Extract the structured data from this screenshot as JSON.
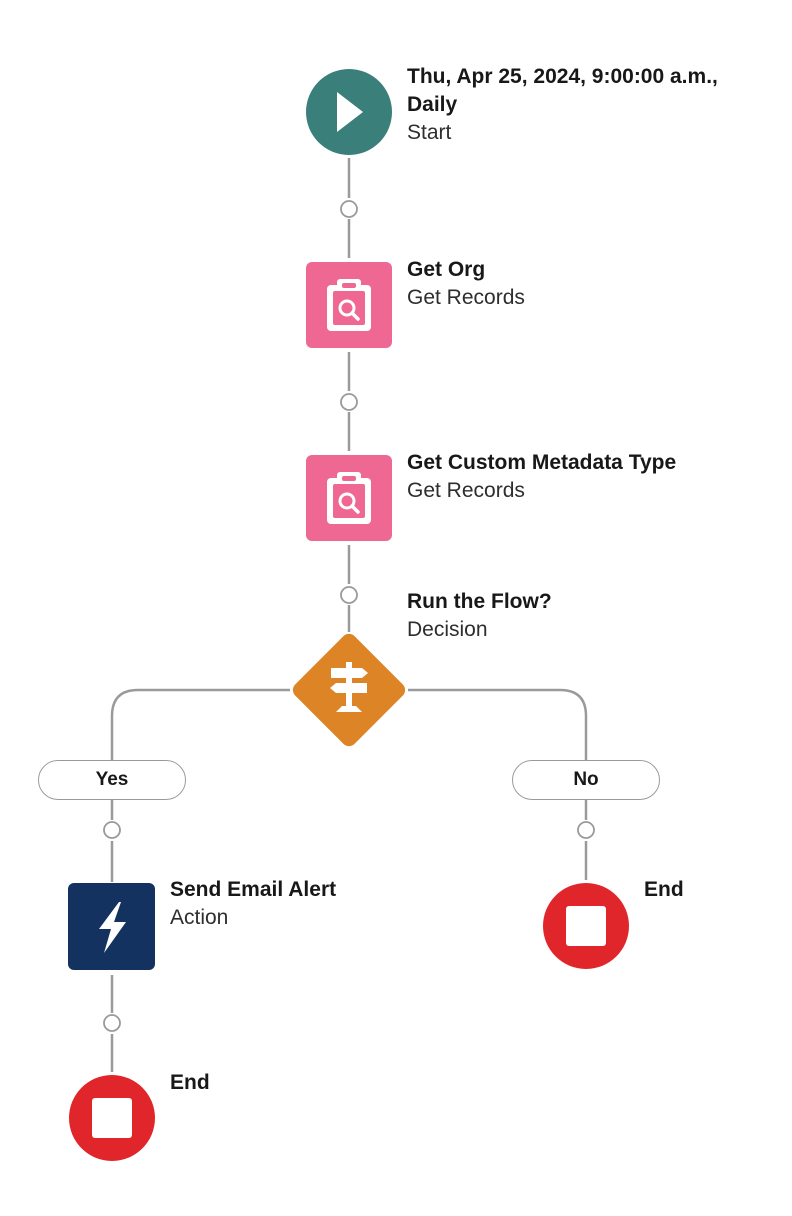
{
  "flow": {
    "start": {
      "title": "Thu, Apr 25, 2024, 9:00:00 a.m., Daily",
      "type": "Start",
      "color": "#3a7f79",
      "icon": "play-icon"
    },
    "get_org": {
      "title": "Get Org",
      "type": "Get Records",
      "color": "#ef6893",
      "icon": "clipboard-search-icon"
    },
    "get_cmt": {
      "title": "Get Custom Metadata Type",
      "type": "Get Records",
      "color": "#ef6893",
      "icon": "clipboard-search-icon"
    },
    "decision": {
      "title": "Run the Flow?",
      "type": "Decision",
      "color": "#dc8426",
      "icon": "signpost-icon"
    },
    "branches": {
      "yes_label": "Yes",
      "no_label": "No"
    },
    "send_email": {
      "title": "Send Email Alert",
      "type": "Action",
      "color": "#14325f",
      "icon": "lightning-bolt-icon"
    },
    "end_left": {
      "title": "End",
      "color": "#e0262a",
      "icon": "stop-icon"
    },
    "end_right": {
      "title": "End",
      "color": "#e0262a",
      "icon": "stop-icon"
    },
    "connector_color": "#9a9a9a"
  }
}
